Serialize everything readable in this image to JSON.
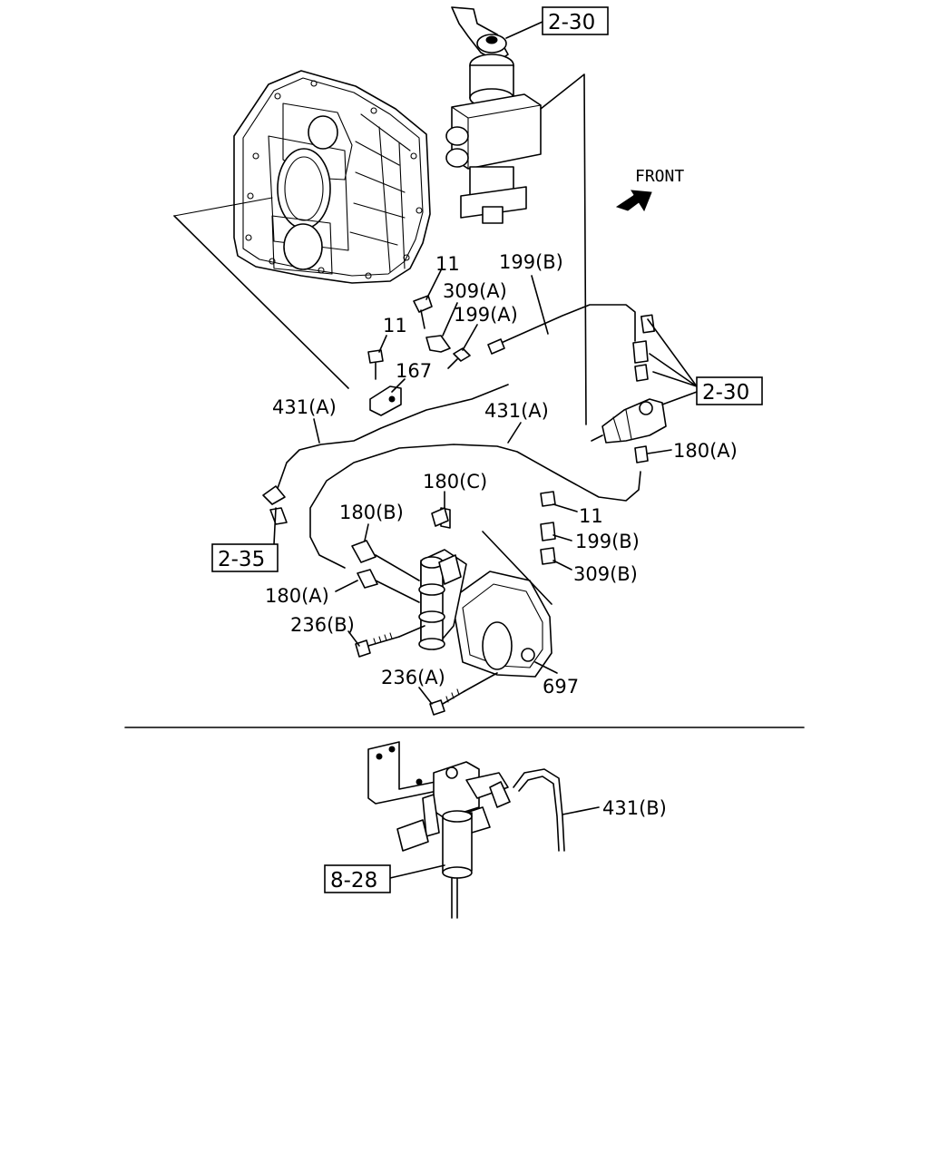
{
  "direction_label": "FRONT",
  "references": {
    "ref_2_30_top": "2-30",
    "ref_2_30_right": "2-30",
    "ref_2_35": "2-35",
    "ref_8_28": "8-28"
  },
  "parts": {
    "p11_a": "11",
    "p11_b": "11",
    "p11_c": "11",
    "p167": "167",
    "p180A_right": "180(A)",
    "p180A_left": "180(A)",
    "p180B": "180(B)",
    "p180C": "180(C)",
    "p199A": "199(A)",
    "p199B_top": "199(B)",
    "p199B_right": "199(B)",
    "p236A": "236(A)",
    "p236B": "236(B)",
    "p309A": "309(A)",
    "p309B": "309(B)",
    "p431A_left": "431(A)",
    "p431A_mid": "431(A)",
    "p431B": "431(B)",
    "p697": "697"
  }
}
